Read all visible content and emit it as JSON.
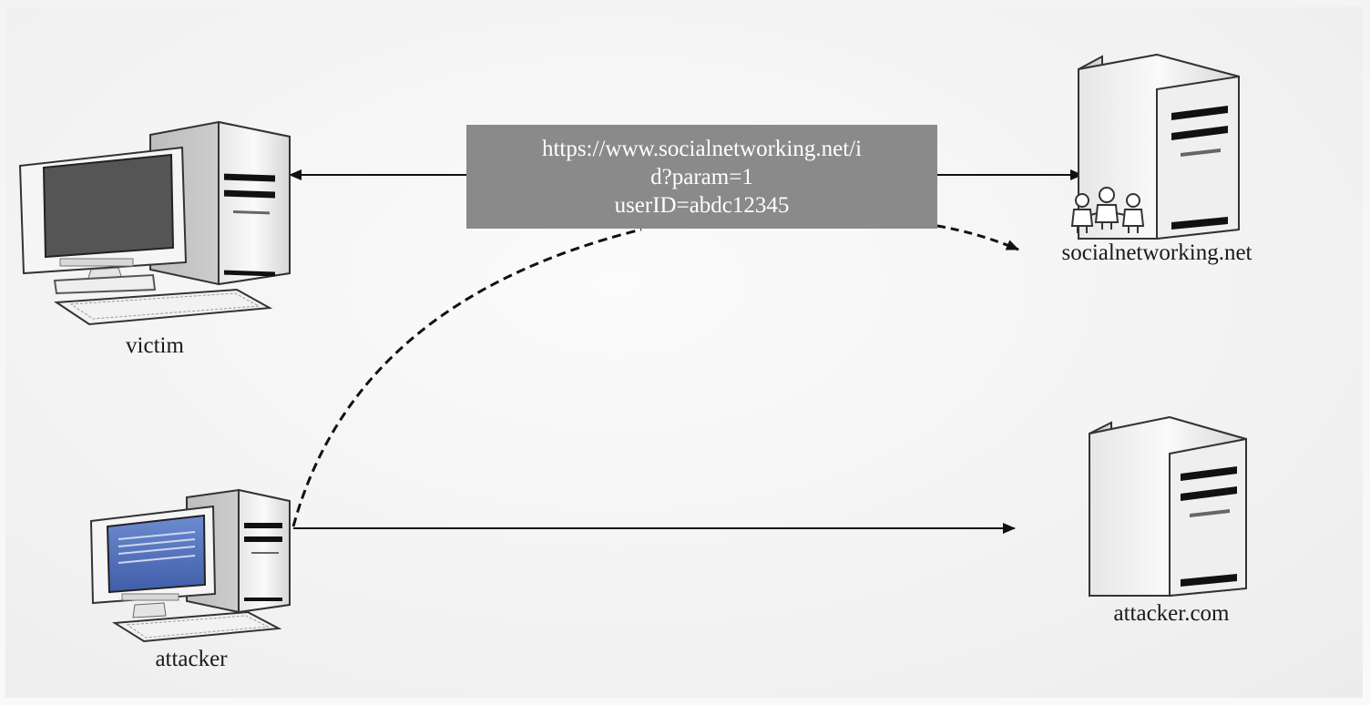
{
  "url_box": {
    "line1": "https://www.socialnetworking.net/i",
    "line2": "d?param=1",
    "line3": "userID=abdc12345"
  },
  "nodes": {
    "victim": {
      "label": "victim",
      "icon": "desktop-computer-icon"
    },
    "attacker": {
      "label": "attacker",
      "icon": "desktop-computer-icon"
    },
    "social_server": {
      "label": "socialnetworking.net",
      "icon": "server-with-people-icon"
    },
    "attacker_server": {
      "label": "attacker.com",
      "icon": "server-icon"
    }
  },
  "colors": {
    "box_fill": "#8a8a8a",
    "screen_dark": "#555555",
    "screen_blue": "#4f6fb5",
    "line": "#111111"
  }
}
